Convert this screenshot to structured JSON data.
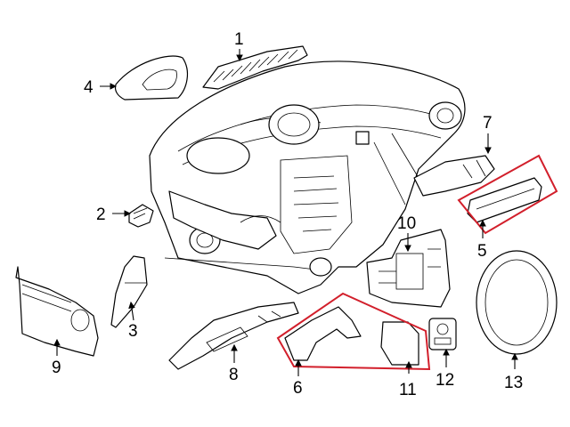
{
  "callouts": {
    "c1": "1",
    "c2": "2",
    "c3": "3",
    "c4": "4",
    "c5": "5",
    "c6": "6",
    "c7": "7",
    "c8": "8",
    "c9": "9",
    "c10": "10",
    "c11": "11",
    "c12": "12",
    "c13": "13"
  },
  "colors": {
    "highlight": "#d21f2b",
    "line": "#000000",
    "background": "#ffffff"
  }
}
